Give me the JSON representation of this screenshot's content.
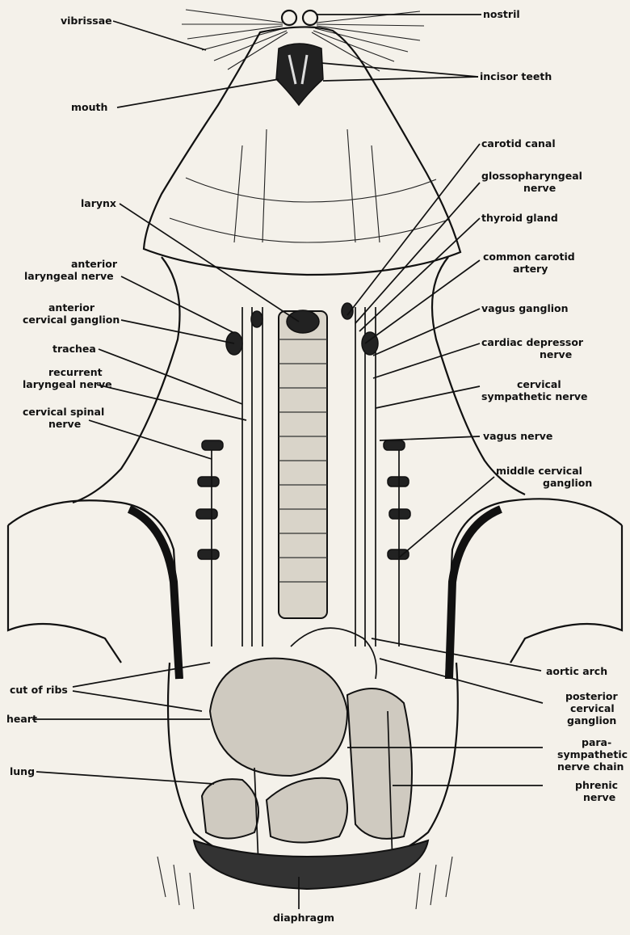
{
  "labels": {
    "vibrissae": "vibrissae",
    "mouth": "mouth",
    "larynx": "larynx",
    "anterior_laryngeal_nerve": [
      "anterior",
      "laryngeal nerve"
    ],
    "anterior_cervical_ganglion": [
      "anterior",
      "cervical ganglion"
    ],
    "trachea": "trachea",
    "recurrent_laryngeal_nerve": [
      "recurrent",
      "laryngeal nerve"
    ],
    "cervical_spinal_nerve": [
      "cervical spinal",
      "nerve"
    ],
    "cut_of_ribs": "cut of ribs",
    "heart": "heart",
    "lung": "lung",
    "diaphragm": "diaphragm",
    "nostril": "nostril",
    "incisor_teeth": "incisor teeth",
    "carotid_canal": "carotid canal",
    "glossopharyngeal_nerve": [
      "glossopharyngeal",
      "nerve"
    ],
    "thyroid_gland": "thyroid gland",
    "common_carotid_artery": [
      "common carotid",
      "artery"
    ],
    "vagus_ganglion": "vagus ganglion",
    "cardiac_depressor_nerve": [
      "cardiac depressor",
      "nerve"
    ],
    "cervical_sympathetic_nerve": [
      "cervical",
      "sympathetic nerve"
    ],
    "vagus_nerve": "vagus nerve",
    "middle_cervical_ganglion": [
      "middle cervical",
      "ganglion"
    ],
    "aortic_arch": "aortic arch",
    "posterior_cervical_ganglion": [
      "posterior",
      "cervical",
      "ganglion"
    ],
    "parasympathetic_nerve_chain": [
      "para-",
      "sympathetic",
      "nerve chain"
    ],
    "phrenic_nerve": [
      "phrenic",
      "nerve"
    ]
  }
}
